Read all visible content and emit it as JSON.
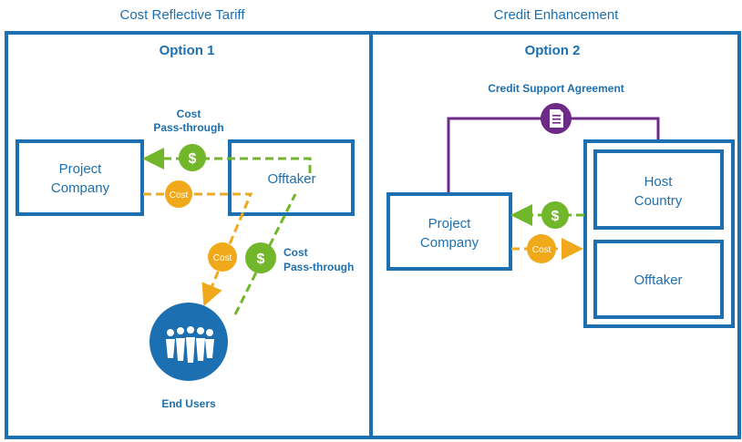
{
  "panels": [
    {
      "header": "Cost Reflective Tariff",
      "option": "Option 1"
    },
    {
      "header": "Credit Enhancement",
      "option": "Option 2"
    }
  ],
  "option1": {
    "project_company": [
      "Project",
      "Company"
    ],
    "offtaker": "Offtaker",
    "end_users": "End Users",
    "cost_pass_through_top": [
      "Cost",
      "Pass-through"
    ],
    "cost_pass_through_side": [
      "Cost",
      "Pass-through"
    ],
    "cost_coin": "Cost",
    "cost_coin_2": "Cost",
    "dollar": "$",
    "dollar_2": "$"
  },
  "option2": {
    "credit_support_agreement": "Credit Support Agreement",
    "project_company": [
      "Project",
      "Company"
    ],
    "host_country": [
      "Host",
      "Country"
    ],
    "offtaker": "Offtaker",
    "cost_coin": "Cost",
    "dollar": "$"
  },
  "colors": {
    "blue": "#1c6fb0",
    "green": "#72b62b",
    "orange": "#f1a91c",
    "purple": "#6d2a87"
  }
}
